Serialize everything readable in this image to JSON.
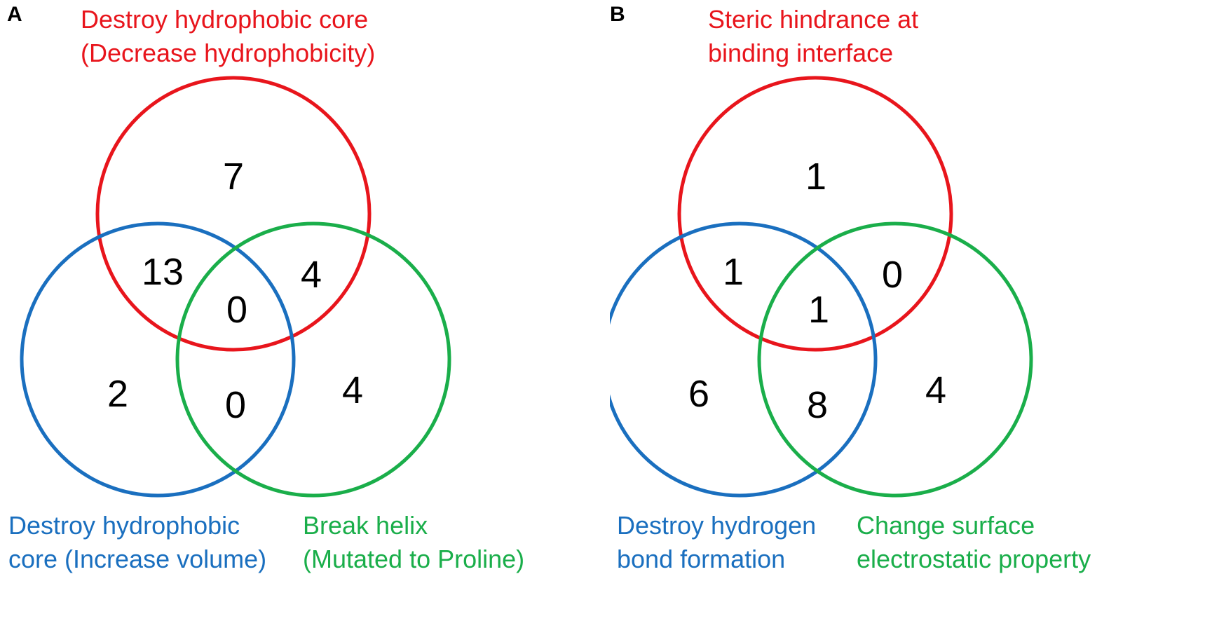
{
  "colors": {
    "red": "#e8151c",
    "blue": "#1a6fbf",
    "green": "#1aae4a"
  },
  "panels": [
    {
      "letter": "A",
      "sets": {
        "top": {
          "line1": "Destroy hydrophobic core",
          "line2": "(Decrease hydrophobicity)"
        },
        "left": {
          "line1": "Destroy hydrophobic",
          "line2": "core (Increase volume)"
        },
        "right": {
          "line1": "Break helix",
          "line2": "(Mutated to Proline)"
        }
      },
      "counts": {
        "top_only": "7",
        "top_left": "13",
        "top_right": "4",
        "all_three": "0",
        "left_only": "2",
        "left_right": "0",
        "right_only": "4"
      }
    },
    {
      "letter": "B",
      "sets": {
        "top": {
          "line1": "Steric hindrance at",
          "line2": "binding interface"
        },
        "left": {
          "line1": "Destroy hydrogen",
          "line2": "bond formation"
        },
        "right": {
          "line1": "Change surface",
          "line2": "electrostatic property"
        }
      },
      "counts": {
        "top_only": "1",
        "top_left": "1",
        "top_right": "0",
        "all_three": "1",
        "left_only": "6",
        "left_right": "8",
        "right_only": "4"
      }
    }
  ]
}
